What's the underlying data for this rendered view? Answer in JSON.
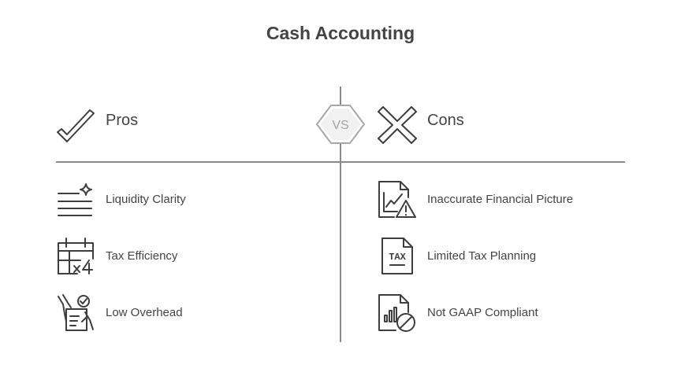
{
  "title": "Cash Accounting",
  "vs_label": "VS",
  "pros": {
    "heading": "Pros",
    "items": [
      {
        "label": "Liquidity Clarity",
        "icon": "sparkle-list-icon"
      },
      {
        "label": "Tax Efficiency",
        "icon": "calendar-multiply-icon"
      },
      {
        "label": "Low Overhead",
        "icon": "hand-checklist-icon"
      }
    ]
  },
  "cons": {
    "heading": "Cons",
    "items": [
      {
        "label": "Inaccurate Financial Picture",
        "icon": "chart-warning-icon"
      },
      {
        "label": "Limited Tax Planning",
        "icon": "tax-document-icon"
      },
      {
        "label": "Not GAAP Compliant",
        "icon": "document-prohibited-icon"
      }
    ]
  },
  "colors": {
    "text": "#444444",
    "line": "#8a8a8a",
    "vs_fill": "#f2f2f2",
    "vs_stroke": "#a8a8a8"
  }
}
